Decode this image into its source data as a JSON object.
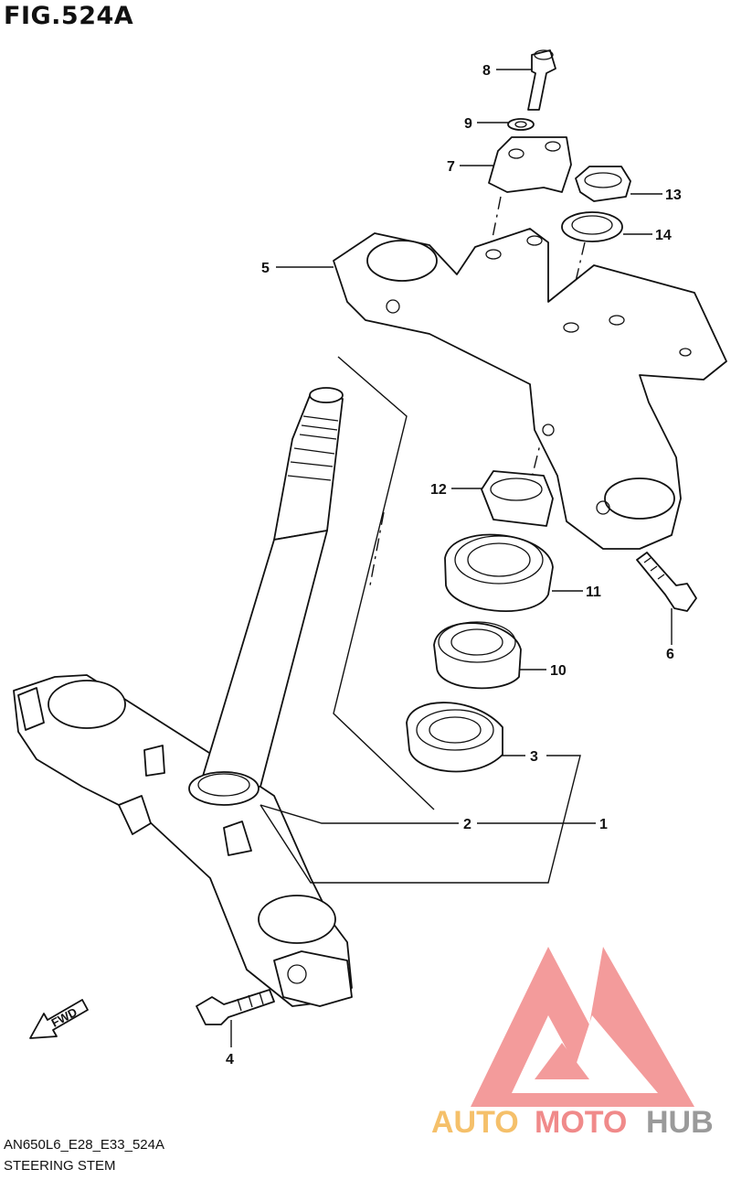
{
  "figure": {
    "title": "FIG.524A",
    "model_code": "AN650L6_E28_E33_524A",
    "name": "STEERING STEM"
  },
  "fwd_label": "FWD",
  "watermark": {
    "brand_parts": [
      "AUTO",
      "MOTO",
      "HUB"
    ],
    "colors": {
      "auto": "#f5c06a",
      "moto": "#f08a8a",
      "hub": "#9a9a9a",
      "logo": "#f07a7a"
    }
  },
  "callouts": {
    "c1": "1",
    "c2": "2",
    "c3": "3",
    "c4": "4",
    "c5": "5",
    "c6": "6",
    "c7": "7",
    "c8": "8",
    "c9": "9",
    "c10": "10",
    "c11": "11",
    "c12": "12",
    "c13": "13",
    "c14": "14"
  },
  "parts": [
    {
      "number": "1",
      "icon": "steering-stem-lower-bracket-icon"
    },
    {
      "number": "2",
      "icon": "dust-seal-icon"
    },
    {
      "number": "3",
      "icon": "lower-bearing-icon"
    },
    {
      "number": "4",
      "icon": "lower-clamp-bolt-icon"
    },
    {
      "number": "5",
      "icon": "upper-bracket-icon"
    },
    {
      "number": "6",
      "icon": "upper-clamp-bolt-icon"
    },
    {
      "number": "7",
      "icon": "handlebar-holder-icon"
    },
    {
      "number": "8",
      "icon": "holder-bolt-icon"
    },
    {
      "number": "9",
      "icon": "lock-washer-icon"
    },
    {
      "number": "10",
      "icon": "upper-bearing-icon"
    },
    {
      "number": "11",
      "icon": "bearing-seal-icon"
    },
    {
      "number": "12",
      "icon": "stem-lock-nut-icon"
    },
    {
      "number": "13",
      "icon": "stem-head-nut-icon"
    },
    {
      "number": "14",
      "icon": "stem-washer-icon"
    }
  ]
}
